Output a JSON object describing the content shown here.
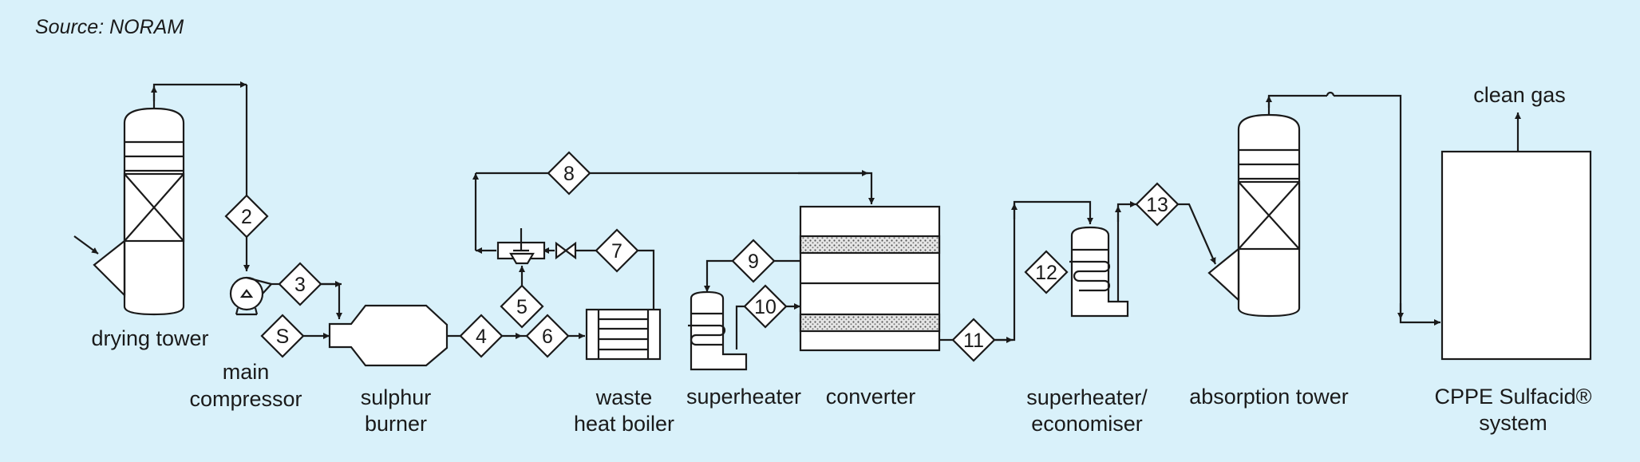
{
  "source": "Source: NORAM",
  "labels": {
    "drying_tower": "drying tower",
    "main_compressor_1": "main",
    "main_compressor_2": "compressor",
    "sulphur_burner_1": "sulphur",
    "sulphur_burner_2": "burner",
    "waste_heat_boiler_1": "waste",
    "waste_heat_boiler_2": "heat boiler",
    "superheater": "superheater",
    "converter": "converter",
    "superheater_economiser_1": "superheater/",
    "superheater_economiser_2": "economiser",
    "absorption_tower": "absorption tower",
    "cppe_1": "CPPE Sulfacid®",
    "cppe_2": "system",
    "clean_gas": "clean gas"
  },
  "streams": {
    "s": "S",
    "n2": "2",
    "n3": "3",
    "n4": "4",
    "n5": "5",
    "n6": "6",
    "n7": "7",
    "n8": "8",
    "n9": "9",
    "n10": "10",
    "n11": "11",
    "n12": "12",
    "n13": "13"
  },
  "colors": {
    "background": "#d9f1fa",
    "line": "#1a1a1a",
    "equipment_fill": "#ffffff",
    "catalyst_bed": "#9a9a9a"
  }
}
